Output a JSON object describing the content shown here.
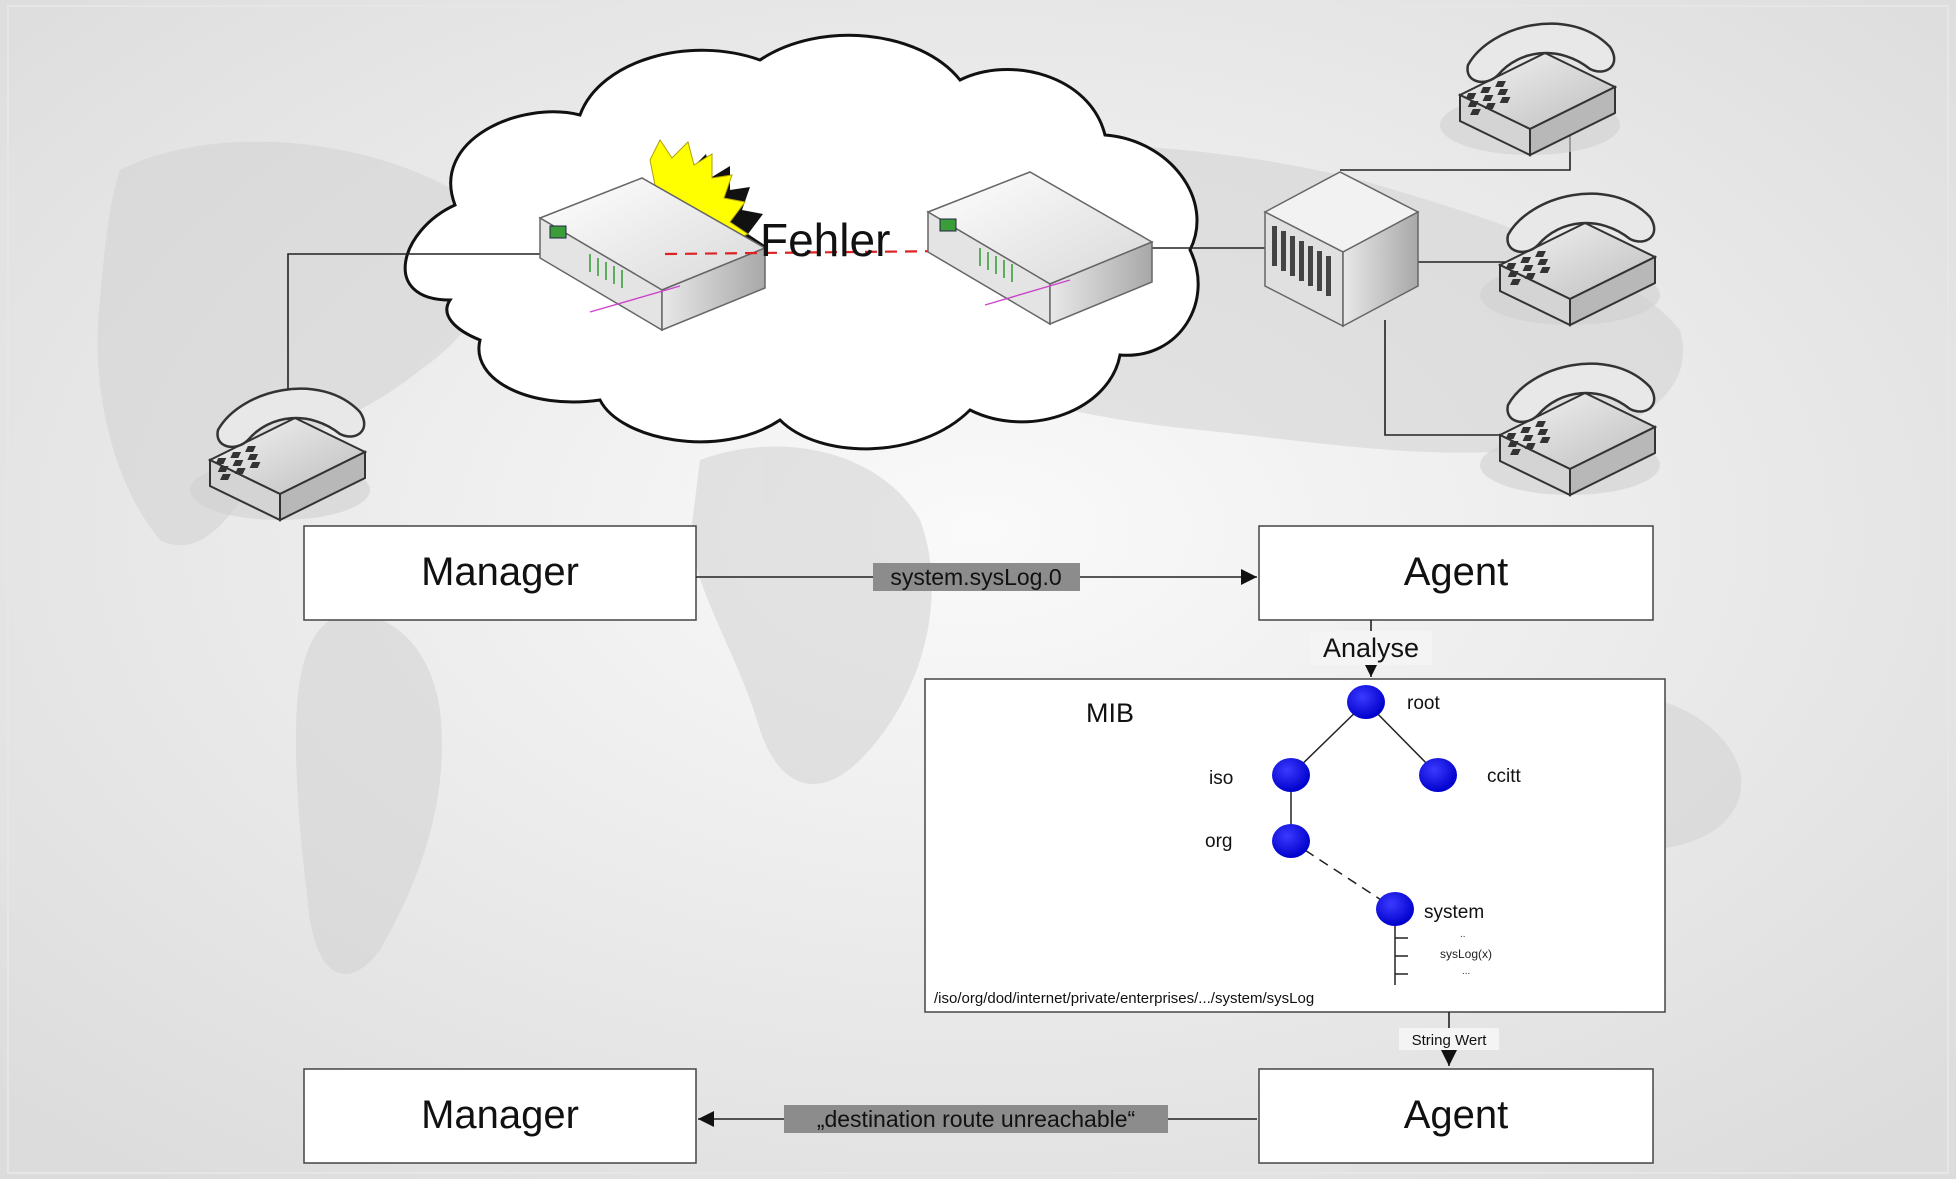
{
  "cloud": {
    "fault_label": "Fehler"
  },
  "flow_top": {
    "manager_label": "Manager",
    "agent_label": "Agent",
    "request_oid": "system.sysLog.0",
    "analyse_label": "Analyse"
  },
  "mib": {
    "title": "MIB",
    "nodes": {
      "root": "root",
      "iso": "iso",
      "ccitt": "ccitt",
      "org": "org",
      "system": "system"
    },
    "leaf_dots_top": "..",
    "leaf_syslog": "sysLog(x)",
    "leaf_dots_bottom": "...",
    "path": "/iso/org/dod/internet/private/enterprises/.../system/sysLog"
  },
  "return_label": "String Wert",
  "flow_bottom": {
    "manager_label": "Manager",
    "agent_label": "Agent",
    "response_text": "„destination route unreachable“"
  },
  "colors": {
    "node_blue": "#0000ee",
    "fault_dash": "#dd2222",
    "flash_yellow": "#ffff00",
    "label_grey": "#8c8c8c"
  }
}
